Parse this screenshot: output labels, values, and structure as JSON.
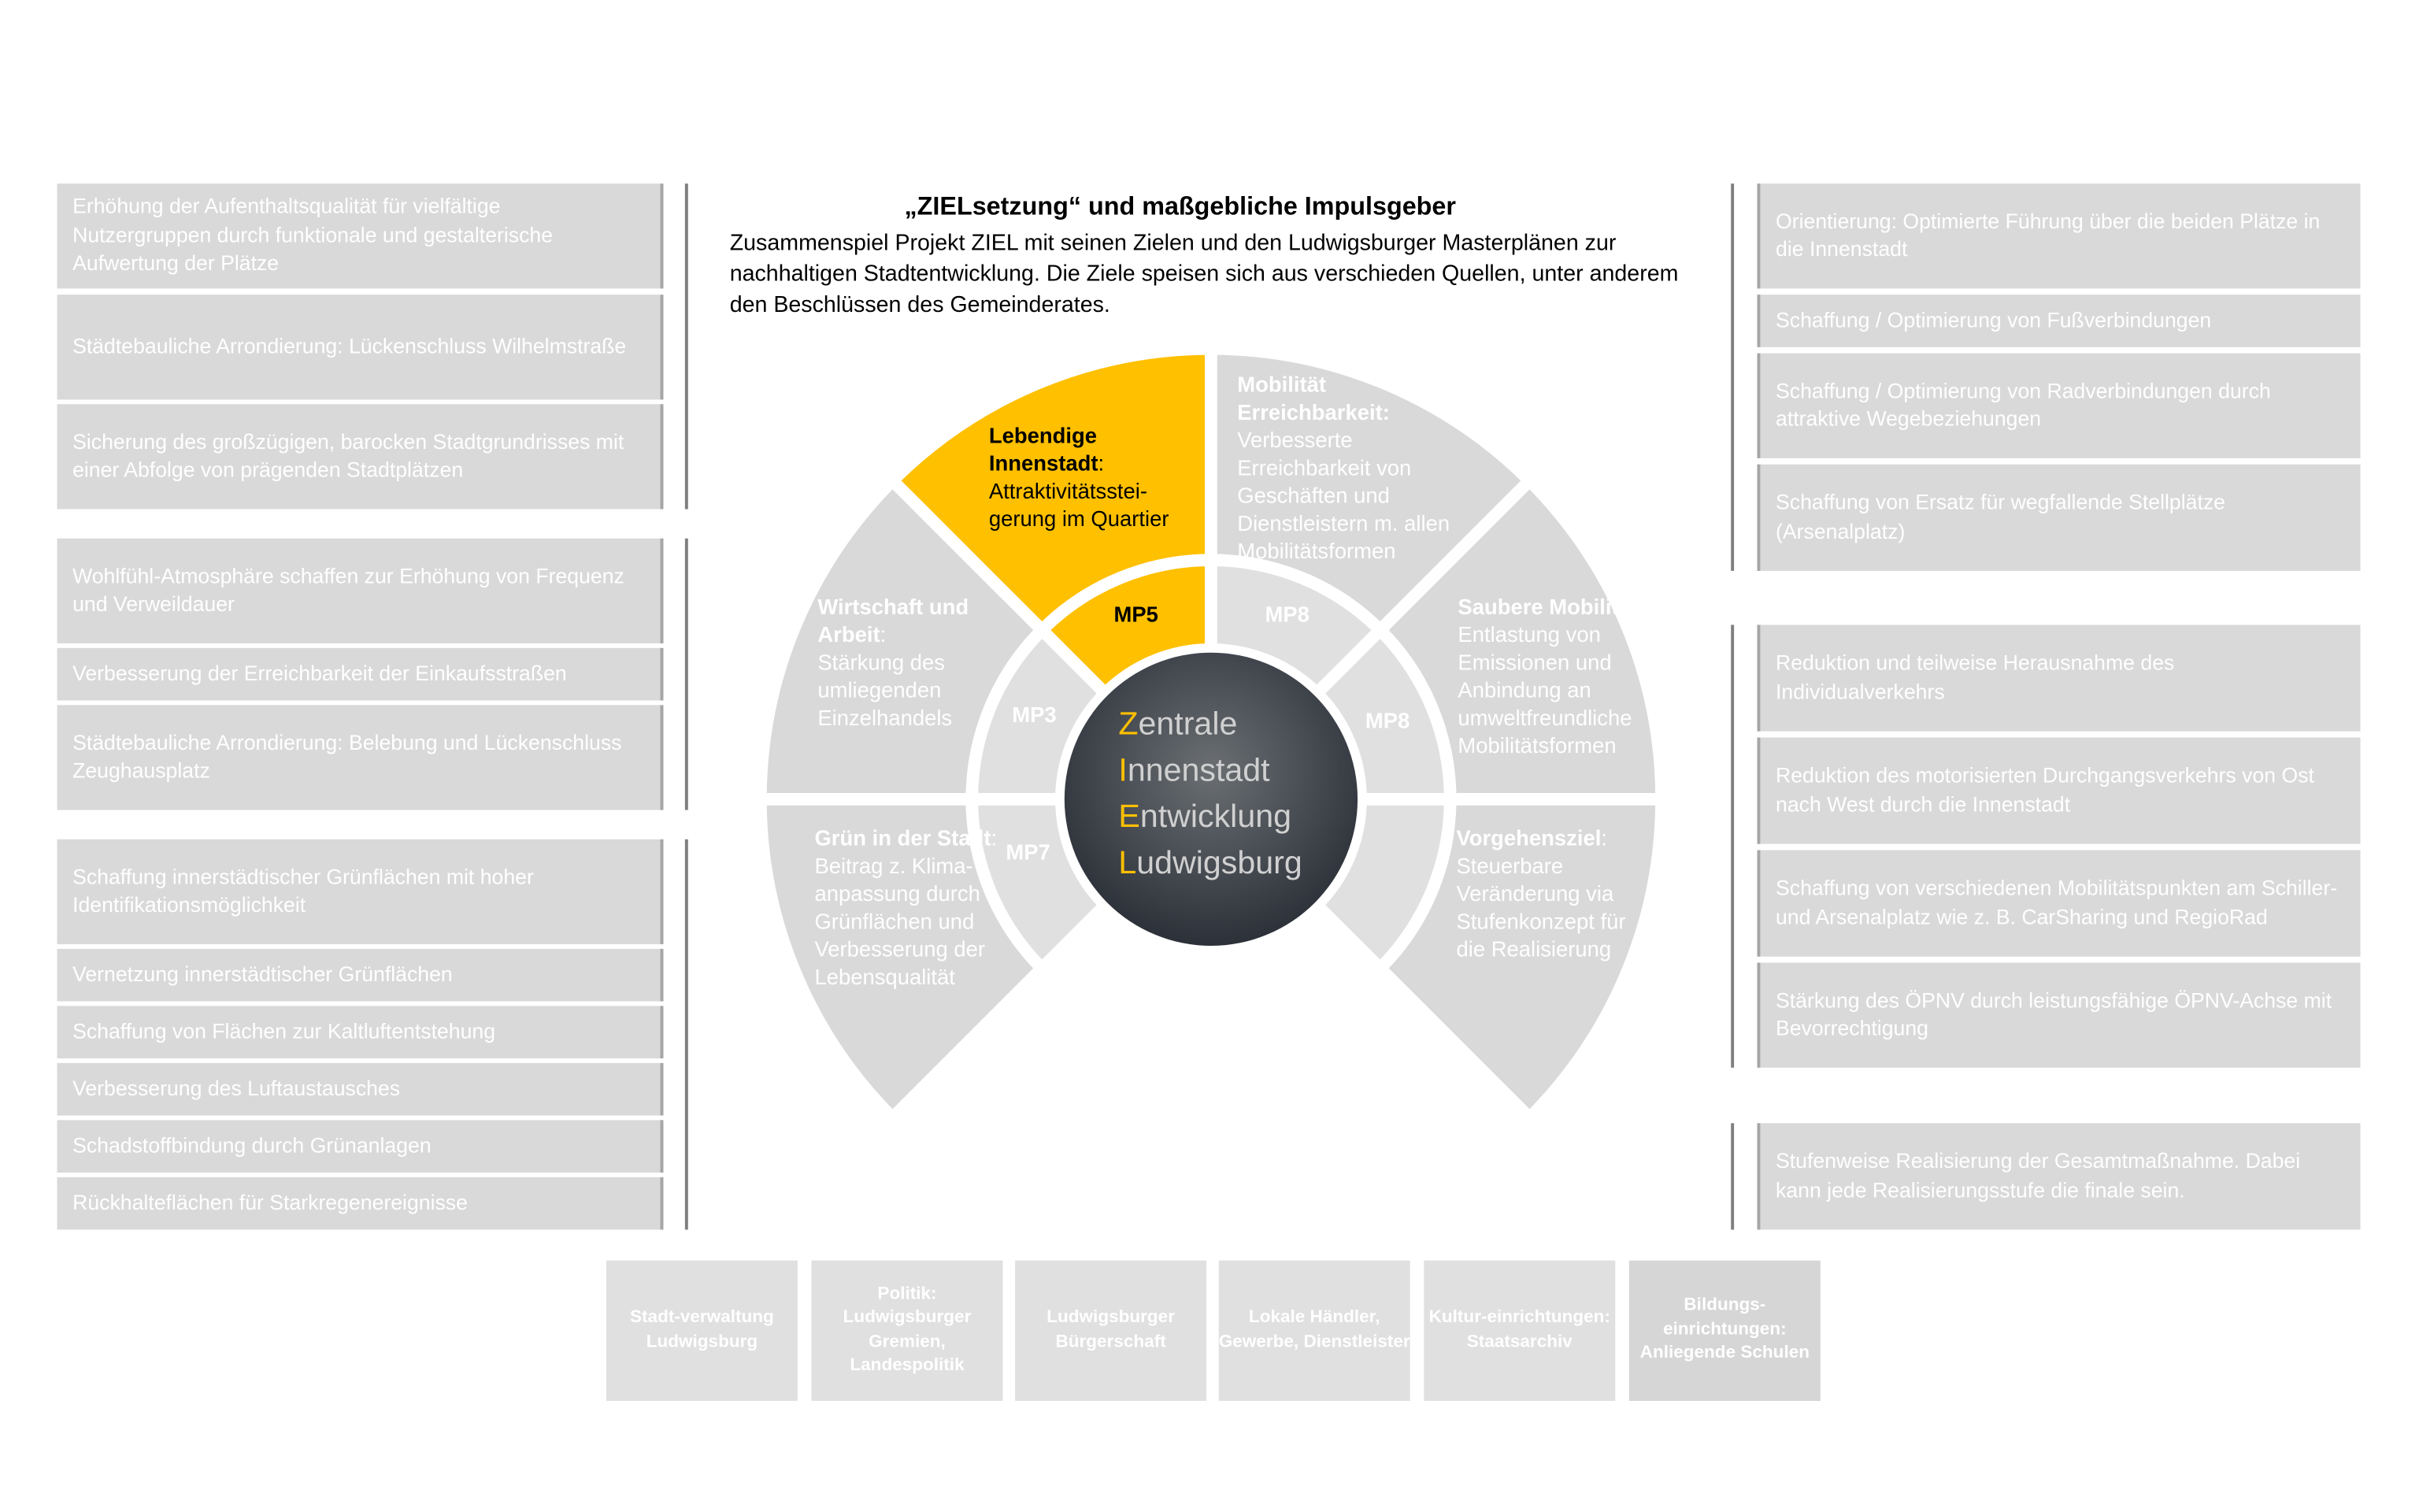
{
  "title": "„ZIELsetzung“ und maßgebliche Impulsgeber",
  "intro": "Zusammenspiel Projekt ZIEL mit seinen Zielen und den Ludwigsburger Masterplänen zur nachhaltigen Stadtentwicklung. Die Ziele speisen sich aus verschieden Quellen, unter anderem den Beschlüssen des Gemeinderates.",
  "colors": {
    "accent": "#ffc000",
    "segment": "#d9d9d9",
    "ring": "#e0e0e0"
  },
  "left_boxes": [
    "Erhöhung der Aufenthaltsqualität für vielfältige Nutzergruppen durch funktionale und gestalterische Aufwertung der Plätze",
    "Städtebauliche Arrondierung: Lückenschluss Wilhelmstraße",
    "Sicherung des großzügigen, barocken Stadtgrundrisses mit einer Abfolge von prägenden Stadtplätzen",
    "Wohlfühl-Atmosphäre schaffen zur Erhöhung von Frequenz und Verweildauer",
    "Verbesserung der Erreichbarkeit der Einkaufsstraßen",
    "Städtebauliche Arrondierung: Belebung und Lückenschluss Zeughausplatz",
    "Schaffung innerstädtischer Grünflächen mit hoher Identifikationsmöglichkeit",
    "Vernetzung innerstädtischer Grünflächen",
    "Schaffung von Flächen zur Kaltluftentstehung",
    "Verbesserung des Luftaustausches",
    "Schadstoffbindung durch Grünanlagen",
    "Rückhalteflächen für Starkregenereignisse"
  ],
  "right_boxes": [
    "Orientierung: Optimierte Führung über die beiden Plätze in die Innenstadt",
    "Schaffung / Optimierung von Fußverbindungen",
    "Schaffung / Optimierung von Radverbindungen durch attraktive Wegebeziehungen",
    "Schaffung von Ersatz für wegfallende Stellplätze (Arsenalplatz)",
    "Reduktion und teilweise Herausnahme des Individualverkehrs",
    "Reduktion des motorisierten Durchgangsverkehrs von Ost nach West durch die Innenstadt",
    "Schaffung von verschiedenen  Mobilitätspunkten am Schiller- und Arsenalplatz wie z. B. CarSharing und RegioRad",
    "Stärkung des ÖPNV durch leistungsfähige ÖPNV-Achse mit Bevorrechtigung",
    "Stufenweise Realisierung der Gesamtmaßnahme. Dabei kann jede Realisierungsstufe die finale sein."
  ],
  "segments": [
    {
      "head": "Lebendige Innenstadt",
      "sep": ":",
      "text": "Attraktivitätsstei-gerung im Quartier"
    },
    {
      "head": "Mobilität Erreichbarkeit:",
      "sep": "",
      "text": "Verbesserte Erreichbarkeit von Geschäften und Dienstleistern m. allen Mobilitätsformen"
    },
    {
      "head": "Wirtschaft und Arbeit",
      "sep": ":",
      "text": "Stärkung des umliegenden Einzelhandels"
    },
    {
      "head": "Saubere Mobilität:",
      "sep": "",
      "text": "Entlastung von Emissionen und Anbindung an umweltfreundliche Mobilitätsformen"
    },
    {
      "head": "Grün in der Stadt",
      "sep": ":",
      "text": "Beitrag z. Klima-anpassung durch Grünflächen und Verbesserung der Lebensqualität"
    },
    {
      "head": "Vorgehensziel",
      "sep": ":",
      "text": "Steuerbare Veränderung via Stufenkonzept für die Realisierung"
    }
  ],
  "masterplans": [
    "MP5",
    "MP8",
    "MP3",
    "MP8",
    "MP7"
  ],
  "center": [
    {
      "initial": "Z",
      "rest": "entrale"
    },
    {
      "initial": "I",
      "rest": "nnenstadt"
    },
    {
      "initial": "E",
      "rest": "ntwicklung"
    },
    {
      "initial": "L",
      "rest": "udwigsburg"
    }
  ],
  "stakeholders": [
    "Stadt-verwaltung Ludwigsburg",
    "Politik: Ludwigsburger Gremien, Landespolitik",
    "Ludwigsburger Bürgerschaft",
    "Lokale Händler, Gewerbe, Dienstleister",
    "Kultur-einrichtungen: Staatsarchiv",
    "Bildungs-einrichtungen: Anliegende Schulen"
  ]
}
